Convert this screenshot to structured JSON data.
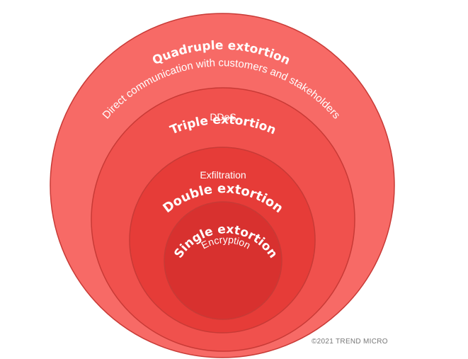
{
  "rings": [
    {
      "key": "quadruple",
      "title": "Quadruple extortion",
      "subtitle": "Direct communication with customers and stakeholders",
      "color": "#f76a66"
    },
    {
      "key": "triple",
      "title": "Triple extortion",
      "subtitle": "DDoS",
      "color": "#f0514d"
    },
    {
      "key": "double",
      "title": "Double extortion",
      "subtitle": "Exfiltration",
      "color": "#e63c38"
    },
    {
      "key": "single",
      "title": "Single extortion",
      "subtitle": "Encryption",
      "color": "#d8312f"
    }
  ],
  "ring_outline_color": "#c83a36",
  "copyright": "©2021 TREND MICRO"
}
